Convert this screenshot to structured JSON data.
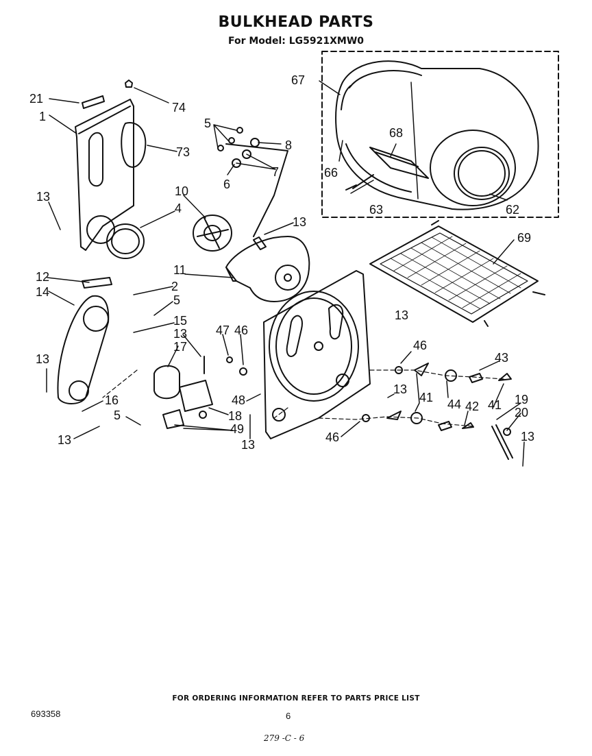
{
  "header": {
    "title": "BULKHEAD PARTS",
    "subtitle": "For Model: LG5921XMW0"
  },
  "callouts": {
    "c67": "67",
    "c66": "66",
    "c68": "68",
    "c63": "63",
    "c62": "62",
    "c21": "21",
    "c1": "1",
    "c74": "74",
    "c73": "73",
    "c5a": "5",
    "c8": "8",
    "c7": "7",
    "c6": "6",
    "c13a": "13",
    "c4": "4",
    "c10": "10",
    "c13b": "13",
    "c69": "69",
    "c11": "11",
    "c12": "12",
    "c14": "14",
    "c2": "2",
    "c5b": "5",
    "c15": "15",
    "c13c": "13",
    "c13d": "13",
    "c17": "17",
    "c47": "47",
    "c46a": "46",
    "c46b": "46",
    "c43": "43",
    "c13e": "13",
    "c16": "16",
    "c48": "48",
    "c41a": "41",
    "c44": "44",
    "c42": "42",
    "c41b": "41",
    "c19": "19",
    "c20": "20",
    "c5c": "5",
    "c18": "18",
    "c49": "49",
    "c13f": "13",
    "c13g": "13",
    "c46c": "46",
    "c13h": "13"
  },
  "footer": {
    "note": "FOR ORDERING INFORMATION REFER TO PARTS PRICE LIST",
    "doc_number": "693358",
    "page_number": "6",
    "handwritten": "279 -C - 6"
  }
}
